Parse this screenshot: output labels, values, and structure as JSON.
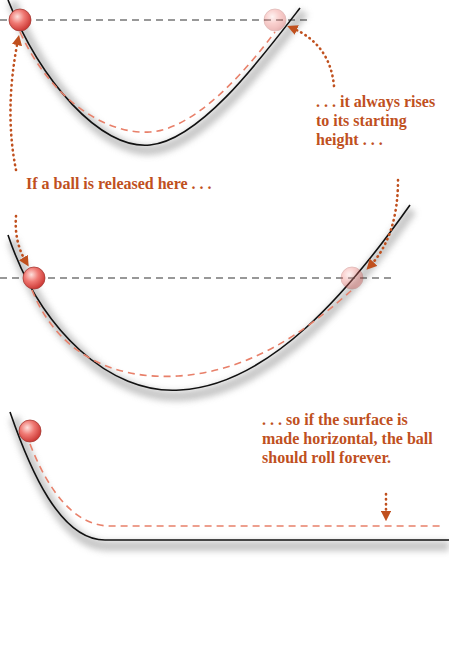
{
  "diagram": {
    "labels": [
      "If a ball is released here . . .",
      ". . . it always rises to its starting height . . .",
      ". . . so if the surface is made horizontal, the ball should roll forever."
    ]
  }
}
